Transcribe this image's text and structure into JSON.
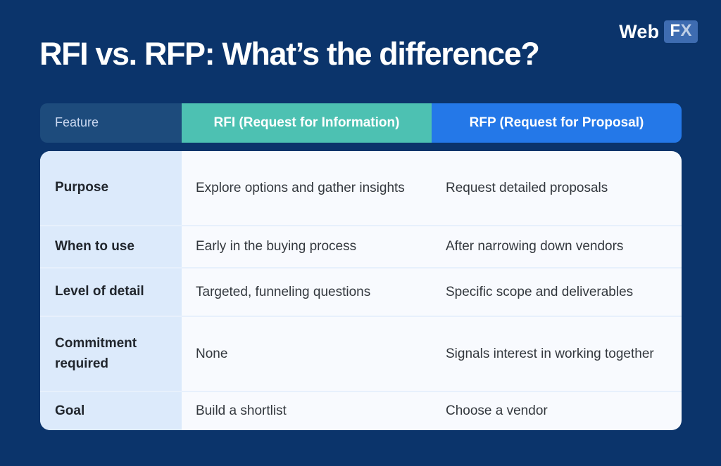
{
  "header": {
    "title": "RFI vs. RFP: What’s the difference?",
    "logo_web": "Web",
    "logo_fx": "FX"
  },
  "colors": {
    "page_background": "#0B346B",
    "feature_header_bg": "#1D4B7C",
    "feature_header_text": "#CBD9F1",
    "rfi_header_bg": "#4DC1B2",
    "rfp_header_bg": "#2478E8",
    "feature_column_bg": "#DCEAFB",
    "body_bg": "#F8FAFE",
    "row_divider": "#E7F0FC",
    "logo_badge_bg": "#3E6CB1",
    "body_text": "#33383E"
  },
  "chart_data": {
    "type": "table",
    "title": "RFI vs. RFP: What’s the difference?",
    "columns": [
      "Feature",
      "RFI (Request for Information)",
      "RFP (Request for Proposal)"
    ],
    "rows": [
      [
        "Purpose",
        "Explore options and gather insights",
        "Request detailed proposals"
      ],
      [
        "When to use",
        "Early in the buying process",
        "After narrowing down vendors"
      ],
      [
        "Level of detail",
        "Targeted, funneling questions",
        "Specific scope and deliverables"
      ],
      [
        "Commitment required",
        "None",
        "Signals interest in working together"
      ],
      [
        "Goal",
        "Build a shortlist",
        "Choose a vendor"
      ]
    ],
    "layout": {
      "header_position": "top",
      "feature_column_position": "left",
      "grid": "horizontal row dividers only"
    }
  }
}
